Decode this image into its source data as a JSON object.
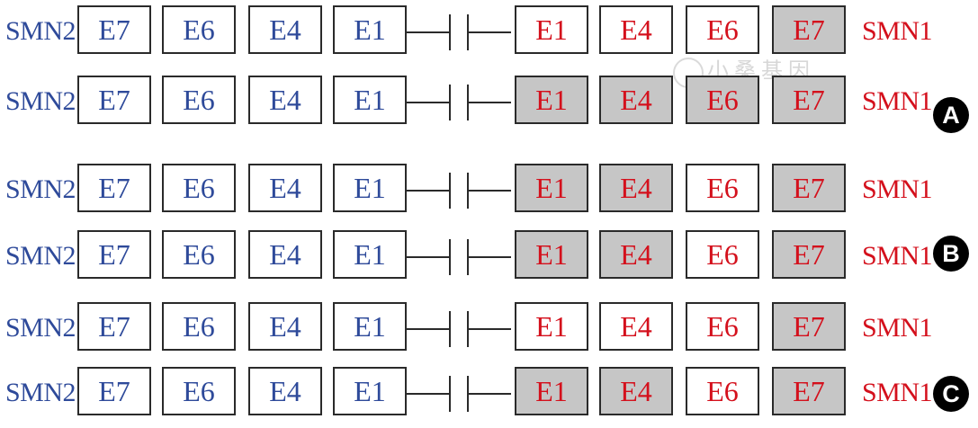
{
  "watermark": "小桑基因",
  "groups": [
    {
      "badge": "A",
      "rows": [
        {
          "left_label": "SMN2",
          "right_label": "SMN1",
          "left_exons": [
            "E7",
            "E6",
            "E4",
            "E1"
          ],
          "right_exons": [
            {
              "label": "E1",
              "shaded": false
            },
            {
              "label": "E4",
              "shaded": false
            },
            {
              "label": "E6",
              "shaded": false
            },
            {
              "label": "E7",
              "shaded": true
            }
          ]
        },
        {
          "left_label": "SMN2",
          "right_label": "SMN1",
          "left_exons": [
            "E7",
            "E6",
            "E4",
            "E1"
          ],
          "right_exons": [
            {
              "label": "E1",
              "shaded": true
            },
            {
              "label": "E4",
              "shaded": true
            },
            {
              "label": "E6",
              "shaded": true
            },
            {
              "label": "E7",
              "shaded": true
            }
          ]
        }
      ]
    },
    {
      "badge": "B",
      "rows": [
        {
          "left_label": "SMN2",
          "right_label": "SMN1",
          "left_exons": [
            "E7",
            "E6",
            "E4",
            "E1"
          ],
          "right_exons": [
            {
              "label": "E1",
              "shaded": true
            },
            {
              "label": "E4",
              "shaded": true
            },
            {
              "label": "E6",
              "shaded": false
            },
            {
              "label": "E7",
              "shaded": true
            }
          ]
        },
        {
          "left_label": "SMN2",
          "right_label": "SMN1",
          "left_exons": [
            "E7",
            "E6",
            "E4",
            "E1"
          ],
          "right_exons": [
            {
              "label": "E1",
              "shaded": true
            },
            {
              "label": "E4",
              "shaded": true
            },
            {
              "label": "E6",
              "shaded": false
            },
            {
              "label": "E7",
              "shaded": true
            }
          ]
        }
      ]
    },
    {
      "badge": "C",
      "rows": [
        {
          "left_label": "SMN2",
          "right_label": "SMN1",
          "left_exons": [
            "E7",
            "E6",
            "E4",
            "E1"
          ],
          "right_exons": [
            {
              "label": "E1",
              "shaded": false
            },
            {
              "label": "E4",
              "shaded": false
            },
            {
              "label": "E6",
              "shaded": false
            },
            {
              "label": "E7",
              "shaded": true
            }
          ]
        },
        {
          "left_label": "SMN2",
          "right_label": "SMN1",
          "left_exons": [
            "E7",
            "E6",
            "E4",
            "E1"
          ],
          "right_exons": [
            {
              "label": "E1",
              "shaded": true
            },
            {
              "label": "E4",
              "shaded": true
            },
            {
              "label": "E6",
              "shaded": false
            },
            {
              "label": "E7",
              "shaded": true
            }
          ]
        }
      ]
    }
  ]
}
